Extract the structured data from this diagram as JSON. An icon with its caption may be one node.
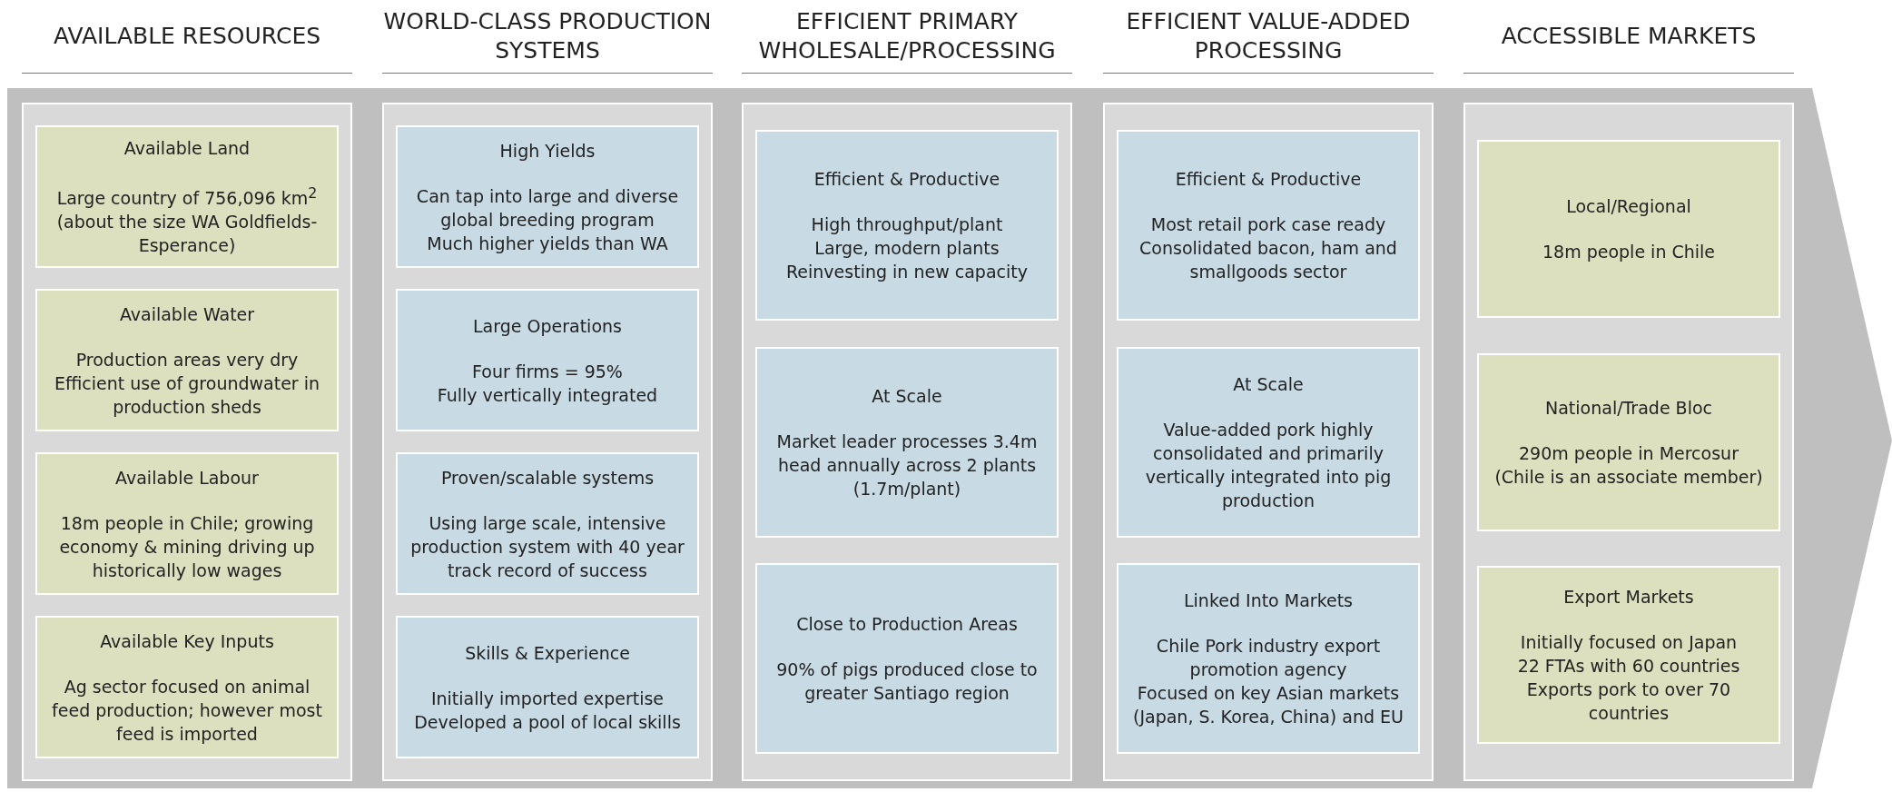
{
  "diagram": {
    "nodes": [
      {
        "text": [
          "AVAILABLE RESOURCES"
        ]
      },
      {
        "text": [
          "Available Land",
          "Large country of 756,096 km$^{2}$ (about the size WA Goldfields-Esperance)"
        ],
        "in": 0
      },
      {
        "text": [
          "Available Water",
          "Production areas very dry",
          "Efficient use of groundwater in production sheds"
        ],
        "in": 0
      },
      {
        "text": [
          "Available Labour",
          "18m people in Chile; growing economy & mining driving up historically low wages"
        ],
        "in": 0
      },
      {
        "text": [
          "Available Key Inputs",
          "Ag sector focused on animal feed production; however most feed is imported"
        ],
        "in": 0
      },
      {
        "text": [
          "WORLD-CLASS PRODUCTION SYSTEMS"
        ]
      },
      {
        "text": [
          "High Yields",
          "Can tap into large and diverse global breeding program",
          "Much higher yields than WA"
        ],
        "in": 5
      },
      {
        "text": [
          "Large Operations",
          "Four firms = 95%",
          "Fully vertically integrated"
        ],
        "in": 5
      },
      {
        "text": [
          "Proven/scalable systems",
          "Using large scale, intensive production system with 40 year track record of success"
        ],
        "in": 5
      },
      {
        "text": [
          "Skills & Experience",
          "Initially imported expertise",
          "Developed a pool of local skills"
        ],
        "in": 5
      },
      {
        "text": [
          "EFFICIENT PRIMARY WHOLESALE/PROCESSING"
        ]
      },
      {
        "text": [
          "Efficient & Productive",
          "High throughput/plant",
          "Large, modern plants",
          "Reinvesting in new capacity"
        ],
        "in": 10
      },
      {
        "text": [
          "At Scale",
          "Market leader processes 3.4m head annually across 2 plants (1.7m/plant)"
        ],
        "in": 10
      },
      {
        "text": [
          "Close to Production Areas",
          "90% of pigs produced close to greater Santiago region"
        ],
        "in": 10
      },
      {
        "text": [
          "EFFICIENT VALUE-ADDED PROCESSING"
        ]
      },
      {
        "text": [
          "Efficient & Productive",
          "Most retail pork case ready",
          "Consolidated bacon, ham and smallgoods sector"
        ],
        "in": 14
      },
      {
        "text": [
          "At Scale",
          "Value-added pork highly consolidated and primarily vertically integrated into pig production"
        ],
        "in": 14
      },
      {
        "text": [
          "Linked Into Markets",
          "Chile Pork industry export promotion agency",
          "Focused on key Asian markets (Japan, S. Korea, China) and EU"
        ],
        "in": 14
      },
      {
        "text": [
          "ACCESSIBLE MARKETS"
        ]
      },
      {
        "text": [
          "Local/Regional",
          "18m people in Chile"
        ],
        "in": 18
      },
      {
        "text": [
          "National/Trade Bloc",
          "290m people in Mercosur",
          "(Chile is an associate member)"
        ],
        "in": 18
      },
      {
        "text": [
          "Export Markets",
          "Initially focused on Japan",
          "22 FTAs with 60 countries",
          "Exports pork to over 70 countries"
        ],
        "in": 18
      }
    ]
  }
}
